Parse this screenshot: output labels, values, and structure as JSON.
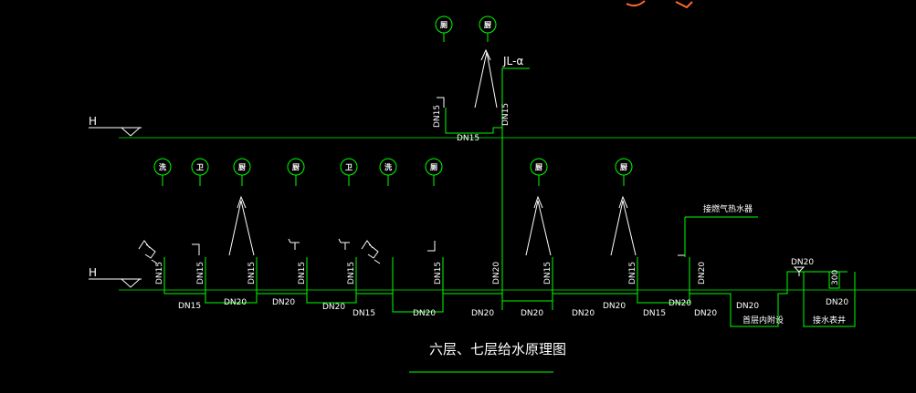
{
  "title": "六层、七层给水原理图",
  "level_label": "H",
  "riser_label": "JL-α",
  "water_heater_label": "接燃气热水器",
  "meter_label": "接水表井",
  "buried_label": "首层内附设",
  "dim_label": "300",
  "colors": {
    "line": "#00ff00",
    "text": "#ffffff",
    "background": "#000000",
    "sketch": "#ff6633"
  },
  "bubbles_upper": [
    "厕",
    "厨"
  ],
  "bubbles_lower": [
    "洗",
    "卫",
    "厨",
    "厨",
    "卫",
    "洗",
    "厕",
    "厨",
    "厨"
  ],
  "vertical_pipe_labels": {
    "upper_left": "DN15",
    "upper_right": "DN15",
    "lower": [
      "DN15",
      "DN15",
      "DN15",
      "DN15",
      "DN15",
      "DN15",
      "DN20",
      "DN15",
      "DN15",
      "DN20"
    ]
  },
  "horizontal_pipe_labels": {
    "upper": "DN15",
    "lower": [
      "DN15",
      "DN20",
      "DN20",
      "DN20",
      "DN15",
      "DN20",
      "DN20",
      "DN20",
      "DN20",
      "DN20",
      "DN15",
      "DN20",
      "DN20",
      "DN20",
      "DN20"
    ]
  }
}
